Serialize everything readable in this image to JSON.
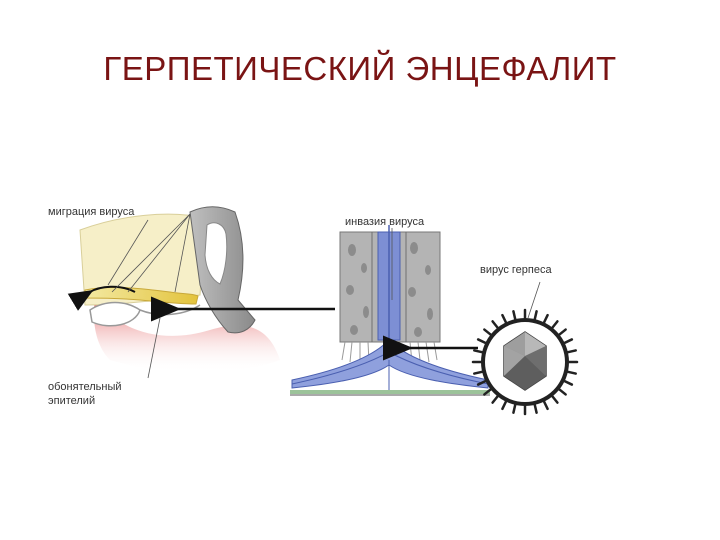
{
  "title": "ГЕРПЕТИЧЕСКИЙ ЭНЦЕФАЛИТ",
  "labels": {
    "migration": "миграция вируса",
    "invasion": "инвазия вируса",
    "herpes_virus": "вирус герпеса",
    "olfactory_line1": "обонятельный",
    "olfactory_line2": "эпителий"
  },
  "colors": {
    "title": "#7a1414",
    "arrow": "#111111",
    "nerve": "#e8d060",
    "mucosa": "#e88a8a",
    "neuron": "#4a5fb0",
    "capsid": "#777777"
  },
  "icons": [
    "herpes-virion-icon",
    "arrow-left-icon"
  ]
}
